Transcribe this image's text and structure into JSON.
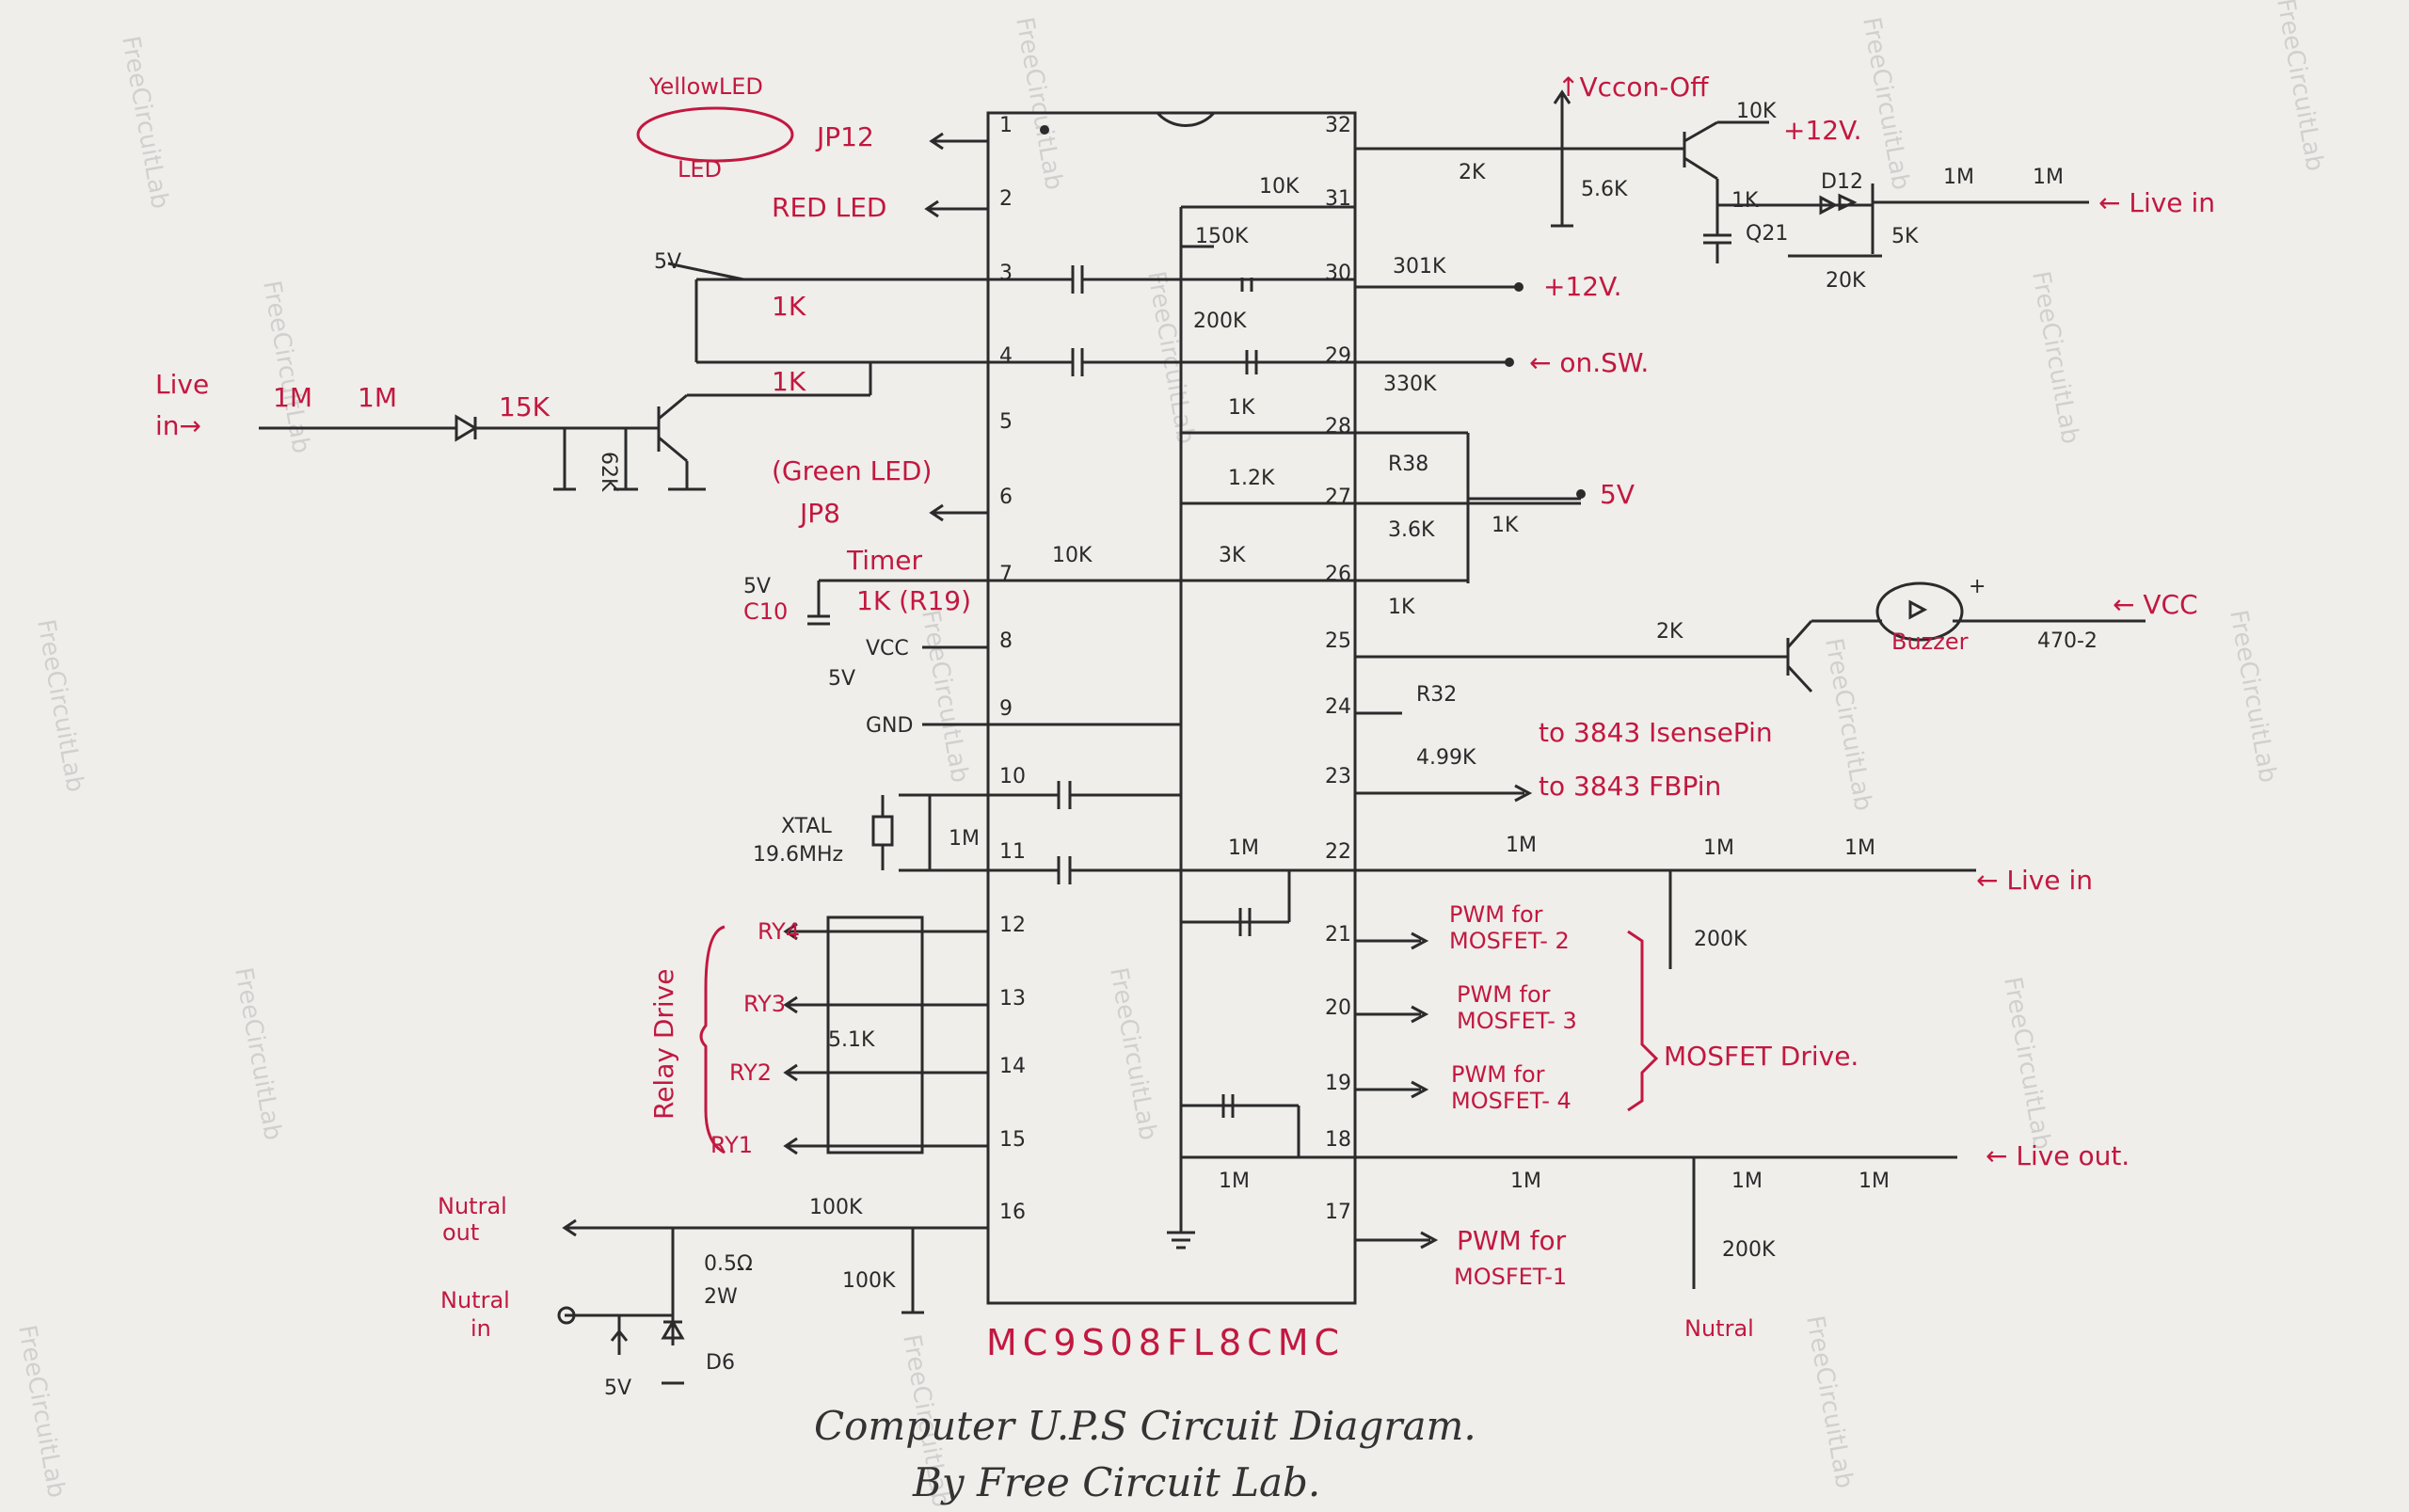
{
  "chip": {
    "part": "MC9S08FL8CMC"
  },
  "title": {
    "line1": "Computer U.P.S Circuit Diagram.",
    "line2": "By Free Circuit Lab."
  },
  "watermark": "FreeCircuitLab",
  "left": {
    "yellow_led": "YellowLED",
    "yellow_led_sub": "LED",
    "jp12": "JP12",
    "red_led": "RED LED",
    "v5_top": "5V",
    "r1k_a": "1K",
    "r1k_b": "1K",
    "live_in": "Live",
    "live_in2": "in→",
    "r1m_a": "1M",
    "r1m_b": "1M",
    "r15k": "15K",
    "r62k": "62K",
    "green_led": "(Green LED)",
    "jp8": "JP8",
    "v5_c10": "5V",
    "c10": "C10",
    "timer": "Timer",
    "r19": "1K (R19)",
    "vcc": "VCC",
    "v5_b": "5V",
    "gnd": "GND",
    "xtal": "XTAL",
    "xtal_f": "19.6MHz",
    "xtal_r": "1M",
    "ry4": "RY4",
    "ry3": "RY3",
    "ry2": "RY2",
    "ry1": "RY1",
    "r51k": "5.1K",
    "relay_drive": "Relay Drive",
    "nutral_out": "Nutral",
    "nutral_out2": "out",
    "nutral_in": "Nutral",
    "nutral_in2": "in",
    "r100k_a": "100K",
    "r100k_b": "100K",
    "shunt": "0.5Ω",
    "shunt_w": "2W",
    "d6": "D6",
    "v5_d6": "5V"
  },
  "mid": {
    "r10k_31": "10K",
    "r150k": "150K",
    "r200k": "200K",
    "r1k_28": "1K",
    "r12k": "1.2K",
    "r3k": "3K",
    "r10k_7": "10K",
    "r1m_22": "1M",
    "r1m_18": "1M"
  },
  "right": {
    "vcc_onoff": "↑Vccon-Off",
    "r2k": "2K",
    "r56k": "5.6K",
    "r10k_t": "10K",
    "v12_a": "+12V.",
    "r1k_t": "1K",
    "q21": "Q21",
    "d12": "D12",
    "r1m_c": "1M",
    "r1m_d": "1M",
    "live_in_a": "← Live in",
    "r5k": "5K",
    "r20k": "20K",
    "r301k": "301K",
    "v12_b": "+12V.",
    "r330k": "330K",
    "on_sw": "← on.SW.",
    "r38": "R38",
    "r36k": "3.6K",
    "r1k_38": "1K",
    "v5_r": "5V",
    "r1k_26": "1K",
    "r2k_b": "2K",
    "buzzer": "Buzzer",
    "r470": "470-2",
    "vcc_r": "← VCC",
    "plus": "+",
    "r32": "R32",
    "r499": "4.99K",
    "isense": "to 3843 IsensePin",
    "fbpin": "to 3843 FBPin",
    "r1m_e": "1M",
    "r1m_f": "1M",
    "r1m_g": "1M",
    "live_in_b": "← Live in",
    "r200k_a": "200K",
    "pwm2a": "PWM for",
    "pwm2b": "MOSFET- 2",
    "pwm3a": "PWM for",
    "pwm3b": "MOSFET- 3",
    "pwm4a": "PWM for",
    "pwm4b": "MOSFET- 4",
    "mosfet_drive": "MOSFET Drive.",
    "r1m_h": "1M",
    "r1m_i": "1M",
    "r1m_j": "1M",
    "live_out": "← Live out.",
    "pwm1a": "PWM for",
    "pwm1b": "MOSFET-1",
    "r200k_b": "200K",
    "nutral": "Nutral"
  },
  "pins": [
    "1",
    "2",
    "3",
    "4",
    "5",
    "6",
    "7",
    "8",
    "9",
    "10",
    "11",
    "12",
    "13",
    "14",
    "15",
    "16",
    "17",
    "18",
    "19",
    "20",
    "21",
    "22",
    "23",
    "24",
    "25",
    "26",
    "27",
    "28",
    "29",
    "30",
    "31",
    "32"
  ]
}
